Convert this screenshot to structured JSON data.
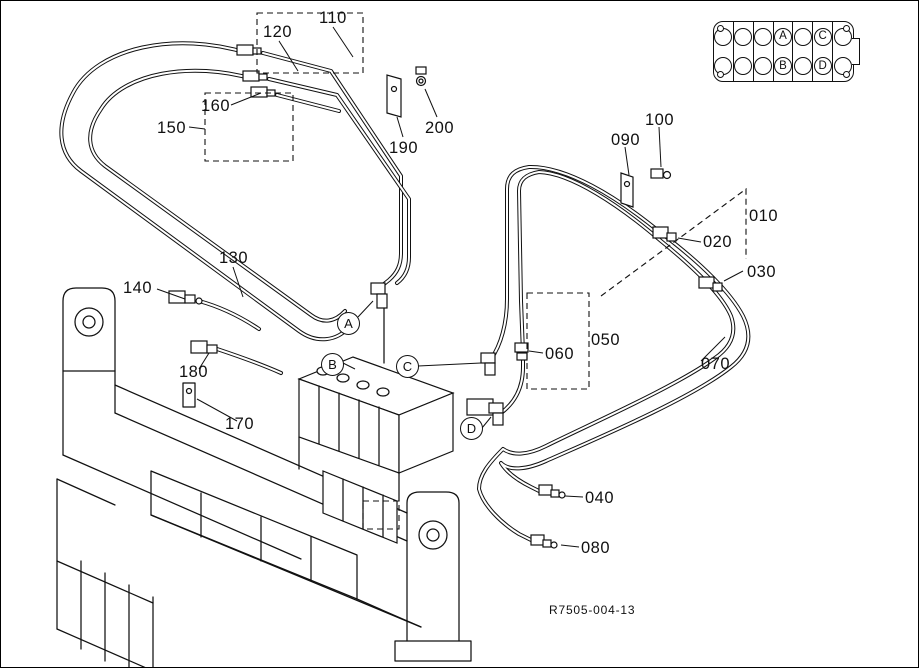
{
  "drawing_code": "R7505-004-13",
  "part_labels": [
    {
      "text": "110"
    },
    {
      "text": "120"
    },
    {
      "text": "160"
    },
    {
      "text": "150"
    },
    {
      "text": "190"
    },
    {
      "text": "200"
    },
    {
      "text": "090"
    },
    {
      "text": "100"
    },
    {
      "text": "010"
    },
    {
      "text": "020"
    },
    {
      "text": "030"
    },
    {
      "text": "050"
    },
    {
      "text": "060"
    },
    {
      "text": "070"
    },
    {
      "text": "130"
    },
    {
      "text": "140"
    },
    {
      "text": "180"
    },
    {
      "text": "170"
    },
    {
      "text": "040"
    },
    {
      "text": "080"
    }
  ],
  "port_letters": [
    {
      "text": "A"
    },
    {
      "text": "B"
    },
    {
      "text": "C"
    },
    {
      "text": "D"
    }
  ],
  "connector_block": {
    "rows": 2,
    "cols": 7,
    "letters": [
      {
        "row": 0,
        "col": 3,
        "text": "A"
      },
      {
        "row": 0,
        "col": 5,
        "text": "C"
      },
      {
        "row": 1,
        "col": 3,
        "text": "B"
      },
      {
        "row": 1,
        "col": 5,
        "text": "D"
      }
    ]
  }
}
